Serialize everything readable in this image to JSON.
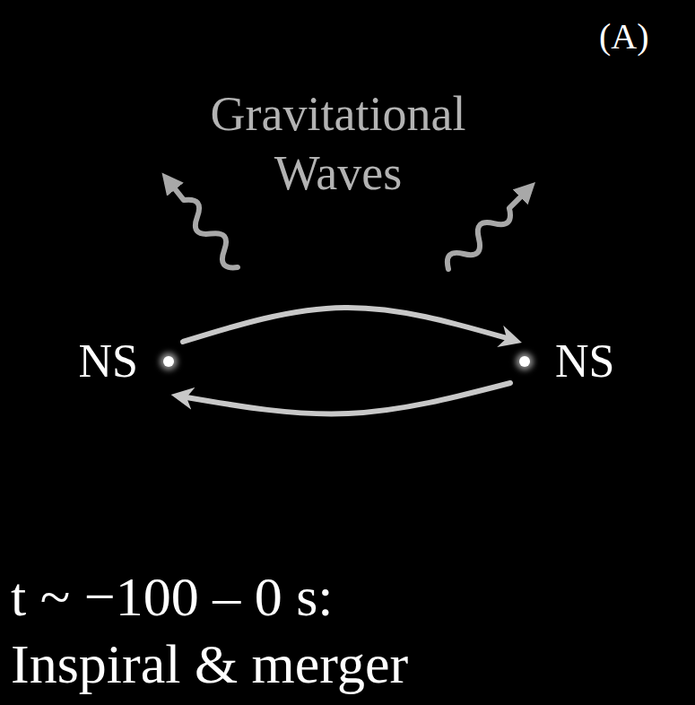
{
  "diagram": {
    "nodes": [
      {
        "text": [
          "NS"
        ]
      },
      {
        "text": [
          "NS"
        ]
      }
    ],
    "edges": [
      {
        "from": 0,
        "to": 1,
        "arrow": "to"
      },
      {
        "from": 1,
        "to": 0,
        "arrow": "to"
      }
    ],
    "labels": [
      "(A)",
      "Gravitational Waves",
      "t ~ −100 – 0 s:",
      "Inspiral & merger"
    ]
  }
}
